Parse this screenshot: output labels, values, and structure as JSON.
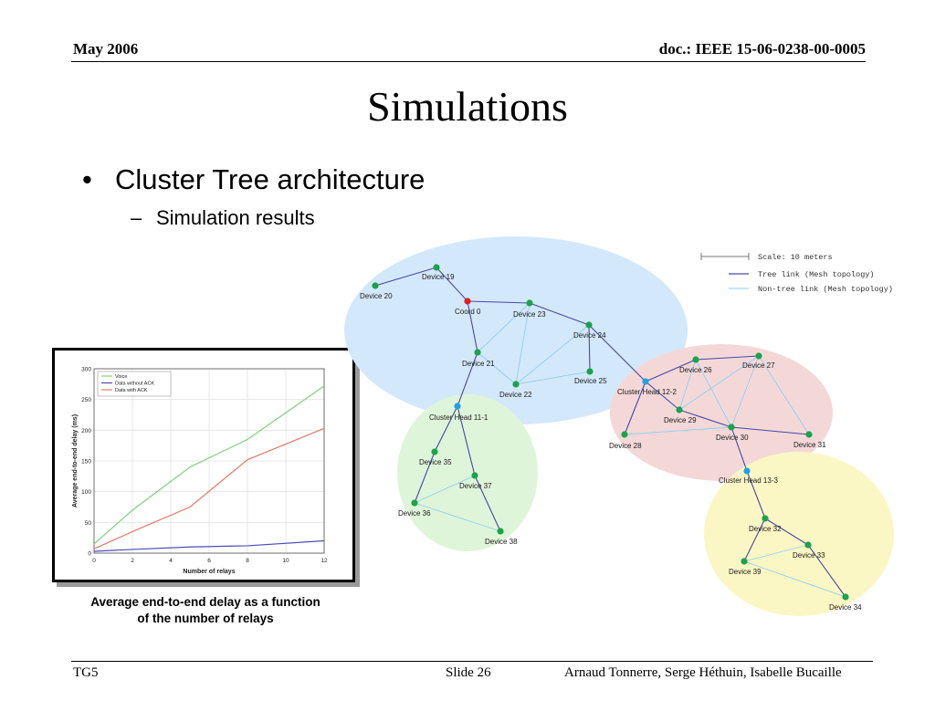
{
  "header": {
    "date": "May 2006",
    "doc": "doc.: IEEE 15-06-0238-00-0005"
  },
  "title": "Simulations",
  "bullets": {
    "level1": "Cluster Tree architecture",
    "level2": "Simulation results",
    "dot": "•",
    "dash": "–"
  },
  "chart_data": {
    "type": "line",
    "x": [
      0,
      2,
      5,
      8,
      12
    ],
    "series": [
      {
        "name": "Voice",
        "color": "#7fd17f",
        "values": [
          15,
          70,
          140,
          185,
          272
        ]
      },
      {
        "name": "Data without ACK",
        "color": "#4b4bb8",
        "values": [
          3,
          6,
          10,
          12,
          20
        ]
      },
      {
        "name": "Data with ACK",
        "color": "#e07a6a",
        "values": [
          7,
          35,
          75,
          152,
          203
        ]
      }
    ],
    "xticks": [
      "0",
      "2",
      "4",
      "6",
      "8",
      "10",
      "12"
    ],
    "yticks": [
      "0",
      "50",
      "100",
      "150",
      "200",
      "250",
      "300"
    ],
    "xlabel": "Number of relays",
    "ylabel": "Average end-to-end delay (ms)",
    "xlim": [
      0,
      12
    ],
    "ylim": [
      0,
      300
    ],
    "grid": true,
    "legend_position": "top-left"
  },
  "caption": {
    "line1": "Average end-to-end delay as a function",
    "line2": "of the number of relays"
  },
  "topology": {
    "legend": {
      "scale": "Scale: 10 meters",
      "tree_link": "Tree link (Mesh topology)",
      "non_tree_link": "Non-tree link (Mesh topology)"
    },
    "node_colors": {
      "device": "#1aa34a",
      "coordinator": "#e02020",
      "cluster_head": "#22a0e8"
    },
    "nodes": [
      {
        "id": "coord",
        "label": "Coord 0",
        "kind": "coordinator"
      },
      {
        "id": "d19",
        "label": "Device 19",
        "kind": "device"
      },
      {
        "id": "d20",
        "label": "Device 20",
        "kind": "device"
      },
      {
        "id": "d23",
        "label": "Device 23",
        "kind": "device"
      },
      {
        "id": "d24",
        "label": "Device 24",
        "kind": "device"
      },
      {
        "id": "d21",
        "label": "Device 21",
        "kind": "device"
      },
      {
        "id": "d25",
        "label": "Device 25",
        "kind": "device"
      },
      {
        "id": "d22",
        "label": "Device 22",
        "kind": "device"
      },
      {
        "id": "ch12",
        "label": "Cluster Head 12-2",
        "kind": "cluster_head"
      },
      {
        "id": "ch11",
        "label": "Cluster Head 11-1",
        "kind": "cluster_head"
      },
      {
        "id": "d26",
        "label": "Device 26",
        "kind": "device"
      },
      {
        "id": "d27",
        "label": "Device 27",
        "kind": "device"
      },
      {
        "id": "d29",
        "label": "Device 29",
        "kind": "device"
      },
      {
        "id": "d30",
        "label": "Device 30",
        "kind": "device"
      },
      {
        "id": "d28",
        "label": "Device 28",
        "kind": "device"
      },
      {
        "id": "d31",
        "label": "Device 31",
        "kind": "device"
      },
      {
        "id": "d35",
        "label": "Device 35",
        "kind": "device"
      },
      {
        "id": "d37",
        "label": "Device 37",
        "kind": "device"
      },
      {
        "id": "d36",
        "label": "Device 36",
        "kind": "device"
      },
      {
        "id": "d38",
        "label": "Device 38",
        "kind": "device"
      },
      {
        "id": "ch13",
        "label": "Cluster Head 13-3",
        "kind": "cluster_head"
      },
      {
        "id": "d32",
        "label": "Device 32",
        "kind": "device"
      },
      {
        "id": "d33",
        "label": "Device 33",
        "kind": "device"
      },
      {
        "id": "d39",
        "label": "Device 39",
        "kind": "device"
      },
      {
        "id": "d34",
        "label": "Device 34",
        "kind": "device"
      }
    ]
  },
  "footer": {
    "left": "TG5",
    "slide": "Slide 26",
    "authors": "Arnaud Tonnerre, Serge Héthuin, Isabelle Bucaille"
  }
}
